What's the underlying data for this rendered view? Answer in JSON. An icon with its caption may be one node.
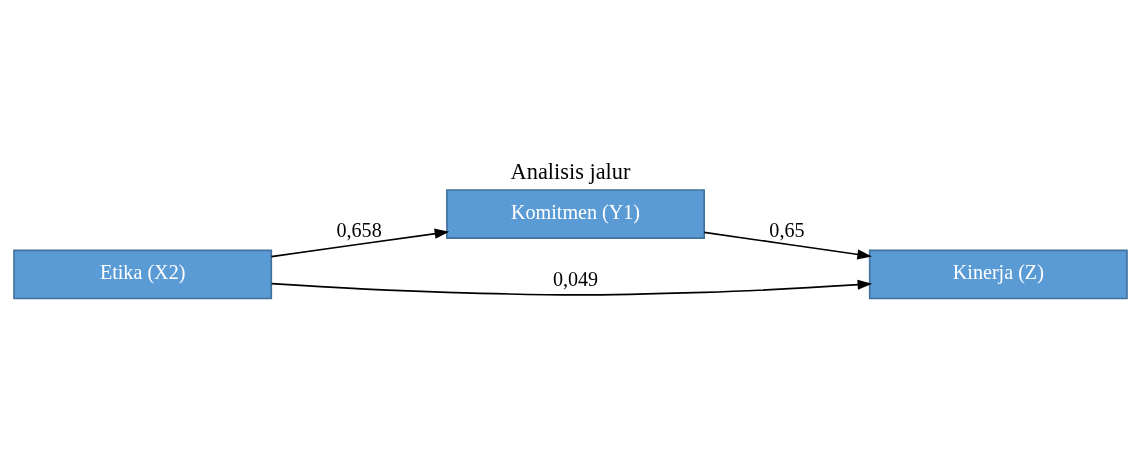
{
  "diagram": {
    "title": "Analisis jalur",
    "nodes": [
      {
        "text": [
          "Komitmen (Y1)"
        ]
      },
      {
        "text": [
          "Etika (X2)"
        ]
      },
      {
        "text": [
          "Kinerja (Z)"
        ]
      }
    ],
    "edges": [
      {
        "from": 1,
        "to": 0,
        "arrow": "to",
        "label": "0,658"
      },
      {
        "from": 0,
        "to": 2,
        "arrow": "to",
        "label": "0,65"
      },
      {
        "from": 1,
        "to": 2,
        "arrow": "to",
        "label": "0,049"
      }
    ]
  }
}
